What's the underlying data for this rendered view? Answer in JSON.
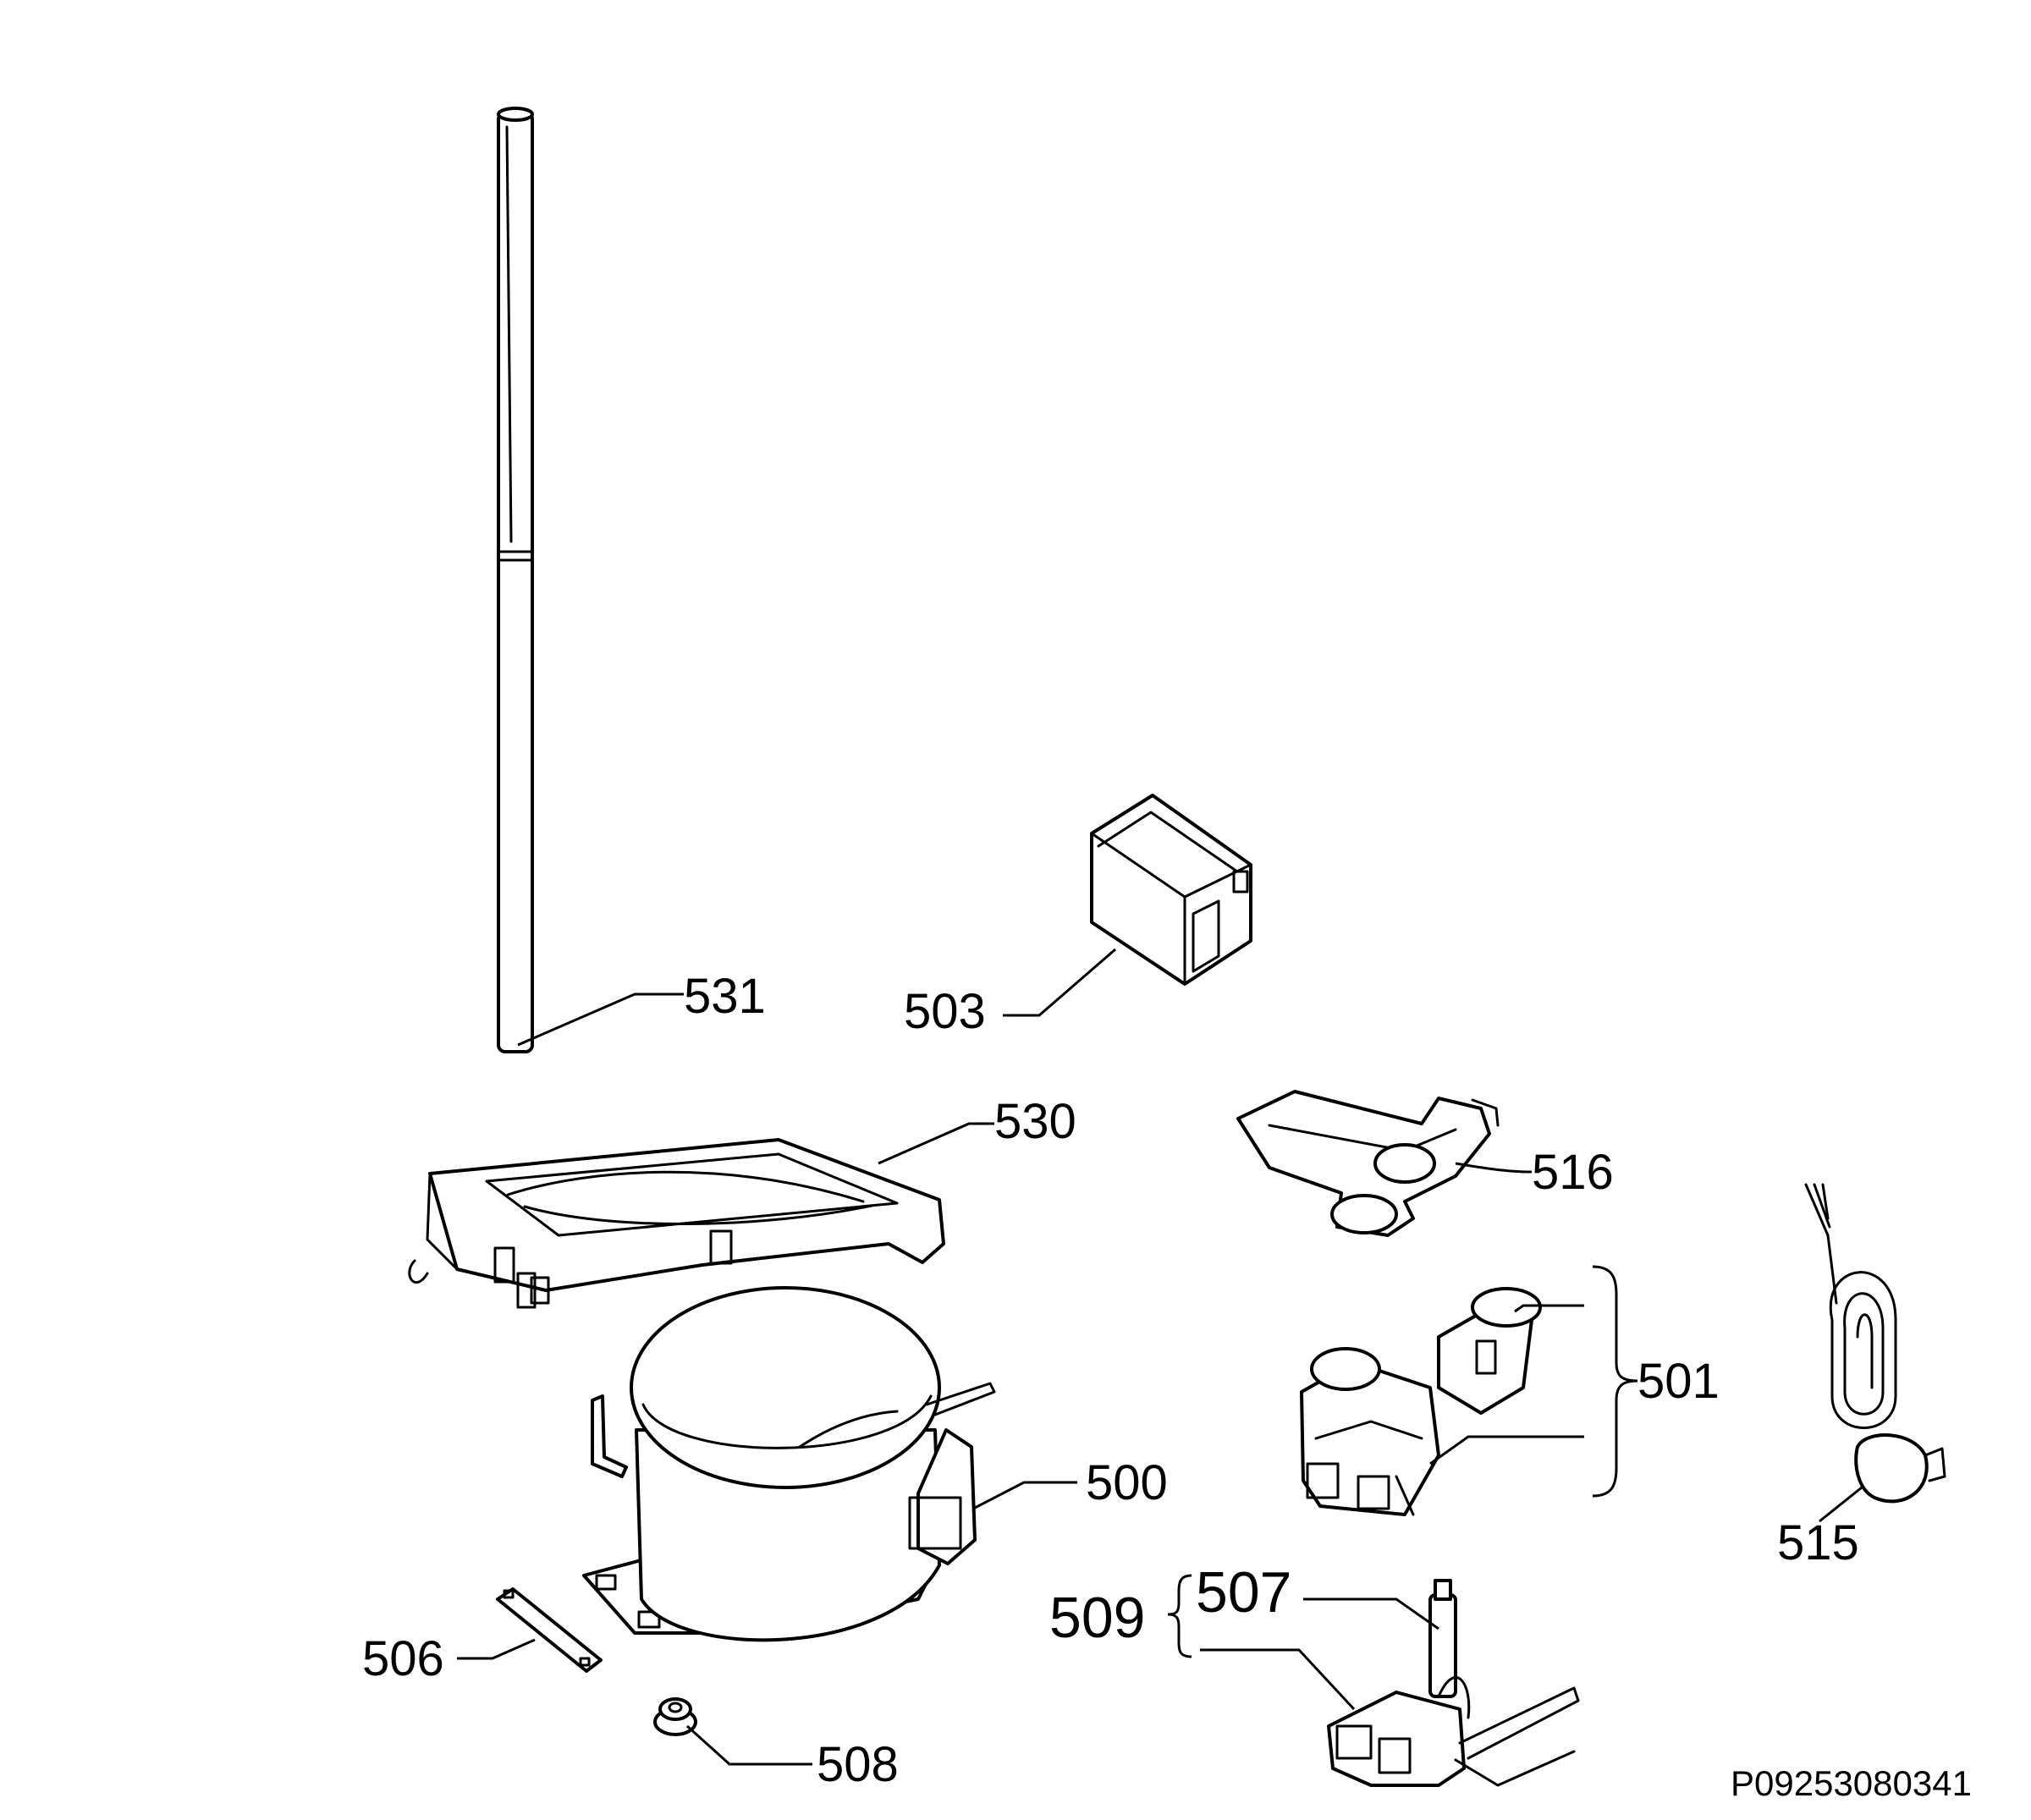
{
  "labels": {
    "p531": "531",
    "p503": "503",
    "p530": "530",
    "p516": "516",
    "p501": "501",
    "p515": "515",
    "p500": "500",
    "p509": "509",
    "p507": "507",
    "p506": "506",
    "p508": "508"
  },
  "figure_code": "P09253080341"
}
